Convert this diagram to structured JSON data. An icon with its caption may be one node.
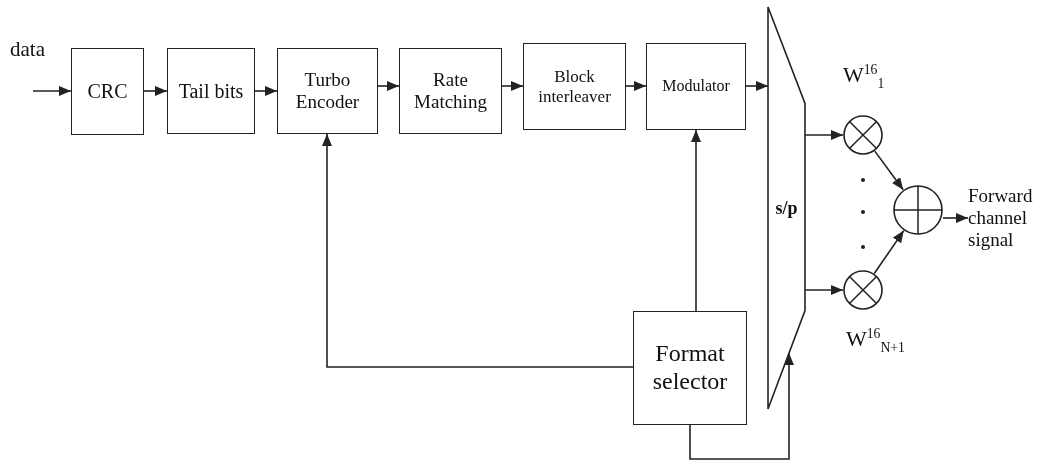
{
  "diagram": {
    "nodes": [
      {
        "text": [
          "CRC"
        ]
      },
      {
        "text": [
          "Tail bits"
        ]
      },
      {
        "text": [
          "Turbo Encoder"
        ]
      },
      {
        "text": [
          "Rate Matching"
        ]
      },
      {
        "text": [
          "Block interleaver"
        ]
      },
      {
        "text": [
          "Modulator"
        ]
      },
      {
        "text": [
          "s/p"
        ]
      },
      {
        "text": [],
        "shape": "circle",
        "beside": [
          "W$^{16}$$_{1}$"
        ]
      },
      {
        "text": [],
        "shape": "circle",
        "beside": [
          "W$^{16}$$_{N+1}$"
        ]
      },
      {
        "text": [],
        "shape": "circle"
      },
      {
        "text": [
          "Forward channel signal"
        ]
      },
      {
        "text": [
          "Format selector"
        ]
      }
    ],
    "edges": [
      {
        "from": null,
        "to": 0,
        "arrow": "to"
      },
      {
        "from": 0,
        "to": 1,
        "arrow": "to"
      },
      {
        "from": 1,
        "to": 2,
        "arrow": "to"
      },
      {
        "from": 2,
        "to": 3,
        "arrow": "to"
      },
      {
        "from": 3,
        "to": 4,
        "arrow": "to"
      },
      {
        "from": 4,
        "to": 5,
        "arrow": "to"
      },
      {
        "from": 5,
        "to": 6,
        "arrow": "to"
      },
      {
        "from": 6,
        "to": 7,
        "arrow": "to"
      },
      {
        "from": 6,
        "to": 8,
        "arrow": "to"
      },
      {
        "from": 7,
        "to": 9,
        "arrow": "to"
      },
      {
        "from": 8,
        "to": 9,
        "arrow": "to"
      },
      {
        "from": 9,
        "to": 10,
        "arrow": "to"
      },
      {
        "from": 11,
        "to": 2,
        "arrow": "to"
      },
      {
        "from": 11,
        "to": 5,
        "arrow": "to"
      },
      {
        "from": 11,
        "to": 6,
        "arrow": "to"
      }
    ],
    "labels": [
      "data"
    ]
  }
}
